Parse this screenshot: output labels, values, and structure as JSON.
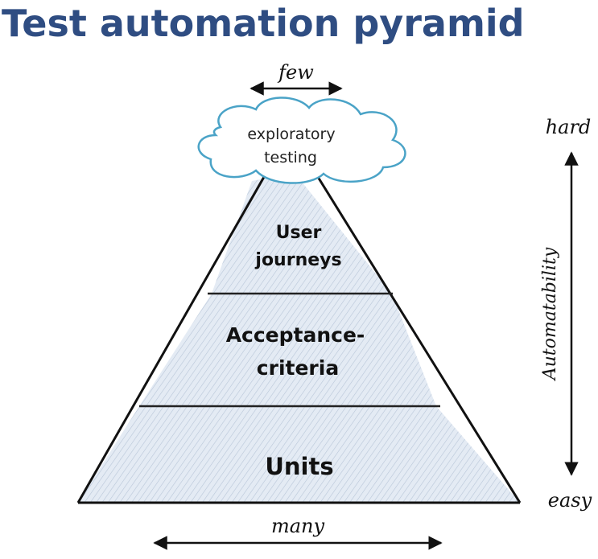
{
  "title": "Test automation pyramid",
  "top_label": "few",
  "bottom_label": "many",
  "cloud": {
    "line1": "exploratory",
    "line2": "testing"
  },
  "tiers": {
    "top": {
      "line1": "User",
      "line2": "journeys"
    },
    "middle": {
      "line1": "Acceptance-",
      "line2": "criteria"
    },
    "bottom": {
      "line1": "Units"
    }
  },
  "axis": {
    "top": "hard",
    "bottom": "easy",
    "label": "Automatability"
  },
  "colors": {
    "title": "#2f4d82",
    "cloud_stroke": "#4aa3c7",
    "fill": "#dfe7f1"
  }
}
